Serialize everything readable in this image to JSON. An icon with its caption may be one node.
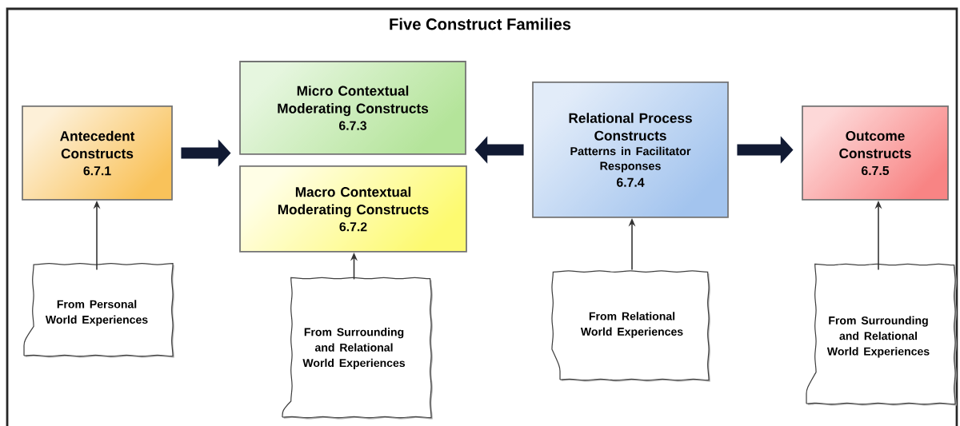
{
  "diagram": {
    "title": "Five Construct  Families",
    "nodes": [
      {
        "text": [
          "Antecedent Constructs",
          "6.7.1"
        ]
      },
      {
        "text": [
          "Micro Contextual Moderating Constructs",
          "6.7.3"
        ]
      },
      {
        "text": [
          "Macro Contextual Moderating Constructs",
          "6.7.2"
        ]
      },
      {
        "text": [
          "Relational Process Constructs",
          "Patterns in Facilitator Responses",
          "6.7.4"
        ]
      },
      {
        "text": [
          "Outcome Constructs",
          "6.7.5"
        ]
      },
      {
        "text": [
          "From Personal World Experiences"
        ]
      },
      {
        "text": [
          "From Surrounding and Relational World Experiences"
        ]
      },
      {
        "text": [
          "From Relational World Experiences"
        ]
      },
      {
        "text": [
          "From Surrounding and Relational World Experiences"
        ]
      }
    ],
    "edges": [
      {
        "from": 0,
        "to": 1,
        "arrow": "to",
        "style": "thick",
        "color": "#111a33"
      },
      {
        "from": 3,
        "to": 1,
        "arrow": "to",
        "style": "thick",
        "color": "#111a33"
      },
      {
        "from": 3,
        "to": 4,
        "arrow": "to",
        "style": "thick",
        "color": "#111a33"
      },
      {
        "from": 5,
        "to": 0,
        "arrow": "to"
      },
      {
        "from": 6,
        "to": 2,
        "arrow": "to"
      },
      {
        "from": 7,
        "to": 3,
        "arrow": "to"
      },
      {
        "from": 8,
        "to": 4,
        "arrow": "to"
      }
    ]
  }
}
